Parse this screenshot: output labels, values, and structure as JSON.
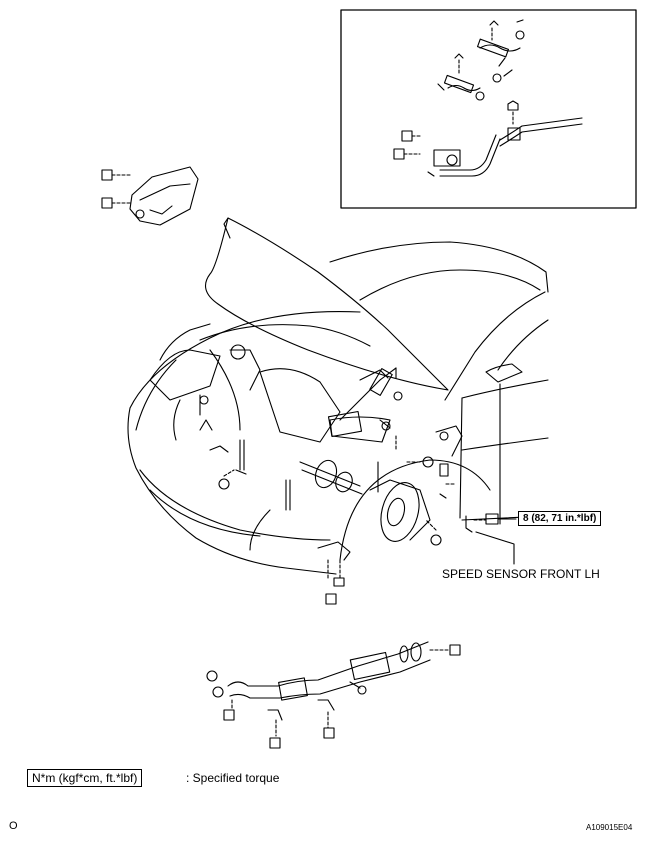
{
  "callouts": {
    "torque_value": "8 (82, 71 in.*lbf)",
    "speed_sensor": "SPEED SENSOR FRONT LH"
  },
  "legend": {
    "unit_box": "N*m (kgf*cm, ft.*lbf)",
    "description": ": Specified torque"
  },
  "footer": {
    "left_mark": "O",
    "figure_id": "A109015E04"
  }
}
